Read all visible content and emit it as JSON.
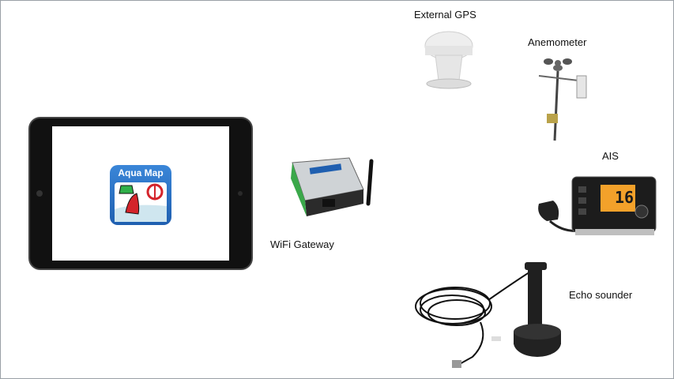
{
  "app_icon": {
    "title": "Aqua Map"
  },
  "labels": {
    "external_gps": "External GPS",
    "anemometer": "Anemometer",
    "ais": "AIS",
    "wifi_gateway": "WiFi Gateway",
    "echo_sounder": "Echo sounder"
  },
  "ais_display": {
    "channel": "16"
  },
  "colors": {
    "app_icon_blue": "#2a6fc4",
    "buoy_red": "#d4242b",
    "buoy_green": "#2fb04a",
    "gateway_green": "#3aa84a"
  }
}
